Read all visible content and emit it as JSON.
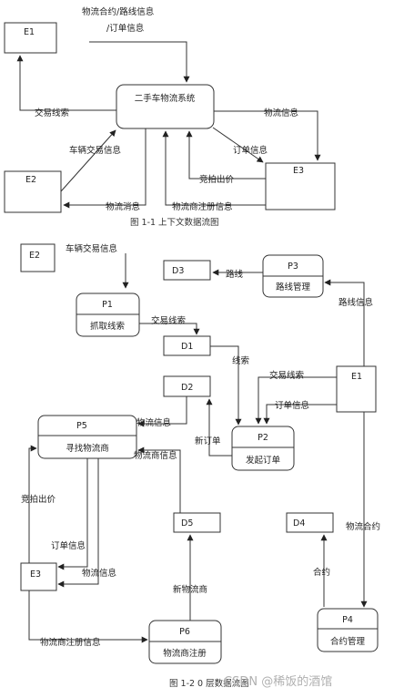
{
  "diagram1": {
    "caption": "图 1-1 上下文数据流图",
    "system": "二手车物流系统",
    "e1": "E1",
    "e2": "E2",
    "e3": "E3",
    "flow_top_line1": "物流合约/路线信息",
    "flow_top_line2": "/订单信息",
    "flow_trade_clue": "交易线索",
    "flow_vehicle_trade": "车辆交易信息",
    "flow_logistics_info": "物流信息",
    "flow_order_info": "订单信息",
    "flow_bid": "竞拍出价",
    "flow_logistics_msg": "物流消息",
    "flow_register": "物流商注册信息"
  },
  "diagram2": {
    "caption": "图 1-2  0 层数据流图",
    "e2": "E2",
    "e1": "E1",
    "e3": "E3",
    "d1": "D1",
    "d2": "D2",
    "d3": "D3",
    "d4": "D4",
    "d5": "D5",
    "p1_id": "P1",
    "p1_name": "抓取线索",
    "p2_id": "P2",
    "p2_name": "发起订单",
    "p3_id": "P3",
    "p3_name": "路线管理",
    "p4_id": "P4",
    "p4_name": "合约管理",
    "p5_id": "P5",
    "p5_name": "寻找物流商",
    "p6_id": "P6",
    "p6_name": "物流商注册",
    "flow_vehicle_trade": "车辆交易信息",
    "flow_route": "路线",
    "flow_route_info": "路线信息",
    "flow_trade_clue_1": "交易线索",
    "flow_clue": "线索",
    "flow_trade_clue_2": "交易线索",
    "flow_order_info": "订单信息",
    "flow_new_order": "新订单",
    "flow_logistics_info_1": "物流信息",
    "flow_provider_info": "物流商信息",
    "flow_bid": "竞拍出价",
    "flow_order_info_2": "订单信息",
    "flow_logistics_info_2": "物流信息",
    "flow_logistics_contract": "物流合约",
    "flow_contract": "合约",
    "flow_new_provider": "新物流商",
    "flow_register": "物流商注册信息"
  },
  "watermark": "CSDN @稀饭的酒馆"
}
